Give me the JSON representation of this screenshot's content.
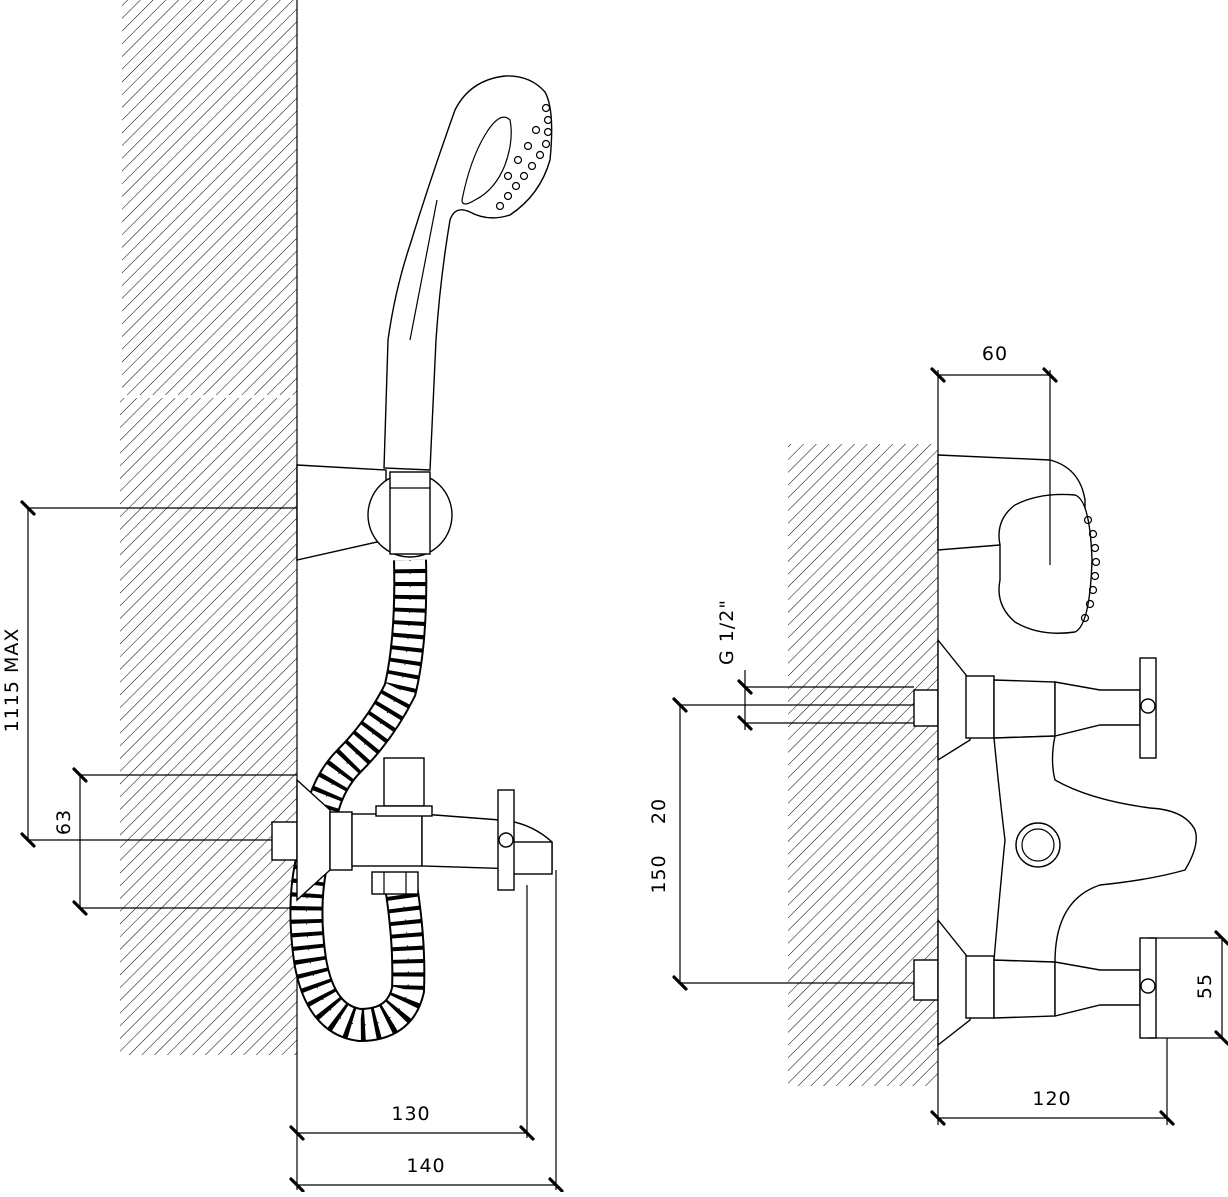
{
  "side_view": {
    "dimensions": {
      "height_max": "1115 MAX",
      "connection_height": "63",
      "projection_inner": "130",
      "projection_outer": "140"
    }
  },
  "front_view": {
    "dimensions": {
      "shower_head_width": "60",
      "thread": "G 1/2\"",
      "center_offset": "20",
      "center_distance": "150",
      "handle_width": "55",
      "body_length": "120"
    }
  }
}
